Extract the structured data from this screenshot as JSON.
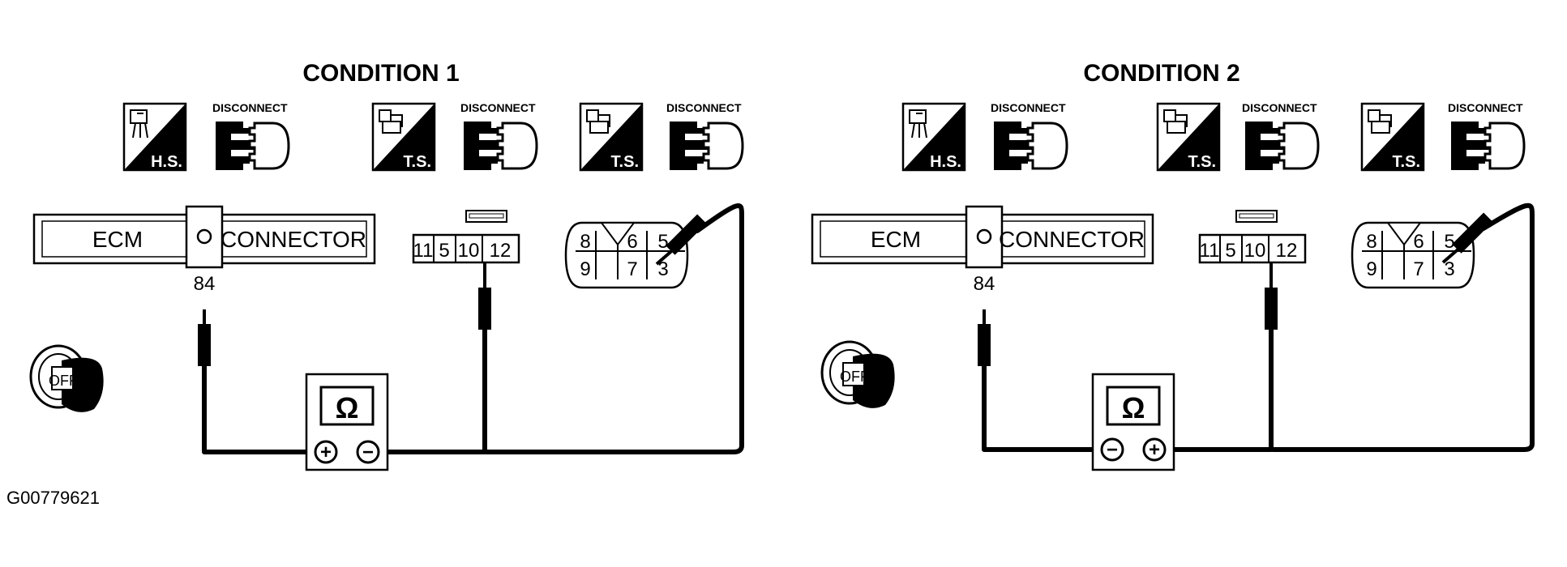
{
  "figure_id": "G00779621",
  "conditions": [
    {
      "title": "CONDITION 1",
      "icons": [
        {
          "kind": "harness-side",
          "abbr": "H.S.",
          "action": "DISCONNECT"
        },
        {
          "kind": "terminal-side",
          "abbr": "T.S.",
          "action": "DISCONNECT"
        },
        {
          "kind": "terminal-side",
          "abbr": "T.S.",
          "action": "DISCONNECT"
        }
      ],
      "ecm_connector": {
        "left_label": "ECM",
        "right_label": "CONNECTOR",
        "pin": "84"
      },
      "connector_a": {
        "pins": [
          "11",
          "5",
          "10",
          "12"
        ]
      },
      "connector_b": {
        "pins_top": [
          "8",
          "",
          "6",
          "5"
        ],
        "pins_bottom": [
          "9",
          "",
          "7",
          "3"
        ]
      },
      "ignition": {
        "label": "OFF"
      },
      "ohmmeter": {
        "symbol": "Ω",
        "left_terminal": "+",
        "right_terminal": "−"
      }
    },
    {
      "title": "CONDITION 2",
      "icons": [
        {
          "kind": "harness-side",
          "abbr": "H.S.",
          "action": "DISCONNECT"
        },
        {
          "kind": "terminal-side",
          "abbr": "T.S.",
          "action": "DISCONNECT"
        },
        {
          "kind": "terminal-side",
          "abbr": "T.S.",
          "action": "DISCONNECT"
        }
      ],
      "ecm_connector": {
        "left_label": "ECM",
        "right_label": "CONNECTOR",
        "pin": "84"
      },
      "connector_a": {
        "pins": [
          "11",
          "5",
          "10",
          "12"
        ]
      },
      "connector_b": {
        "pins_top": [
          "8",
          "",
          "6",
          "5"
        ],
        "pins_bottom": [
          "9",
          "",
          "7",
          "3"
        ]
      },
      "ignition": {
        "label": "OFF"
      },
      "ohmmeter": {
        "symbol": "Ω",
        "left_terminal": "−",
        "right_terminal": "+"
      }
    }
  ]
}
